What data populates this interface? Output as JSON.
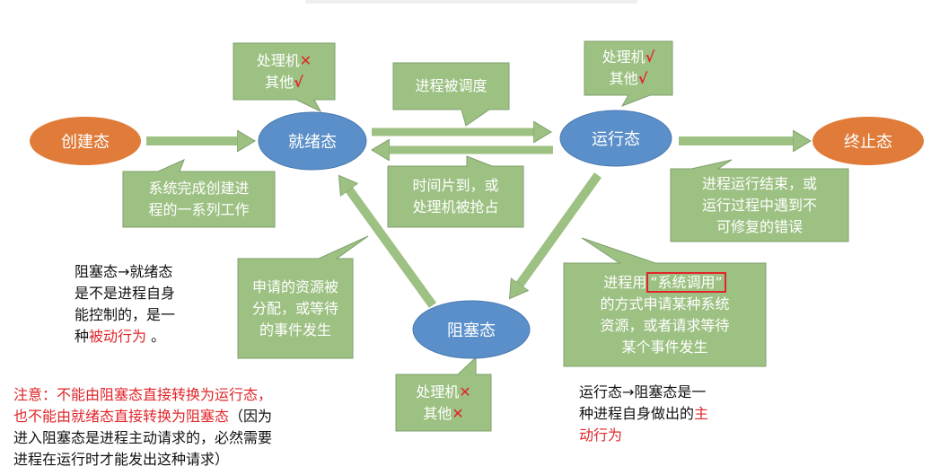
{
  "colors": {
    "orange": "#E07B39",
    "blue": "#5B8FC9",
    "green": "#9DC183",
    "red": "#e0262a"
  },
  "states": {
    "new": "创建态",
    "ready": "就绪态",
    "running": "运行态",
    "terminated": "终止态",
    "blocked": "阻塞态"
  },
  "callouts": {
    "ready_resources": {
      "line1": "处理机",
      "mark1": "✕",
      "line2": "其他",
      "mark2": "√"
    },
    "scheduled": "进程被调度",
    "running_resources": {
      "line1": "处理机",
      "mark1": "√",
      "line2": "其他",
      "mark2": "√"
    },
    "create_done": {
      "line1": "系统完成创建进",
      "line2": "程的一系列工作"
    },
    "preempted": {
      "line1": "时间片到，或",
      "line2": "处理机被抢占"
    },
    "finished": {
      "line1": "进程运行结束，或",
      "line2": "运行过程中遇到不",
      "line3": "可修复的错误"
    },
    "resource_allocated": {
      "line1": "申请的资源被",
      "line2": "分配，或等待",
      "line3": "的事件发生"
    },
    "syscall": {
      "pre": "进程用",
      "boxed": "“系统调用”",
      "line2": "的方式申请某种系统",
      "line3": "资源，或者请求等待",
      "line4": "某个事件发生"
    },
    "blocked_resources": {
      "line1": "处理机",
      "mark1": "✕",
      "line2": "其他",
      "mark2": "✕"
    }
  },
  "notes": {
    "passive": {
      "line1": "阻塞态→就绪态",
      "line2": "是不是进程自身",
      "line3": "能控制的，是一",
      "line4_pre": "种",
      "line4_red": "被动行为",
      "line4_post": " 。"
    },
    "warning": {
      "red1": "注意：不能由阻塞态直接转换为运行态，",
      "red2": "也不能由就绪态直接转换为阻塞态",
      "black2": "（因为",
      "line3": "进入阻塞态是进程主动请求的，必然需要",
      "line4": "进程在运行时才能发出这种请求）"
    },
    "active": {
      "line1": "运行态→阻塞态是一",
      "line2_pre": "种进程自身做出的",
      "line2_red": "主",
      "line3_red": "动行为"
    }
  }
}
